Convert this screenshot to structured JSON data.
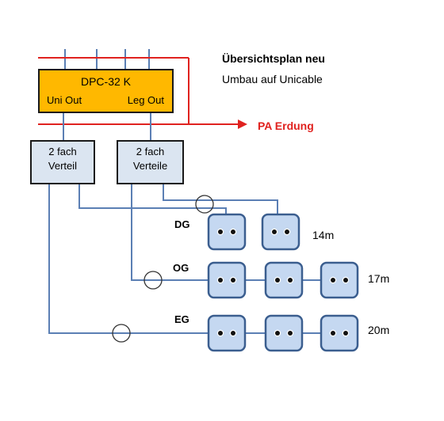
{
  "title": "Übersichtsplan neu",
  "subtitle": "Umbau auf Unicable",
  "multiswitch": {
    "model": "DPC-32 K",
    "out_left": "Uni Out",
    "out_right": "Leg Out"
  },
  "splitters": [
    {
      "line1": "2 fach",
      "line2": "Verteil"
    },
    {
      "line1": "2 fach",
      "line2": "Verteile"
    }
  ],
  "grounding_label": "PA Erdung",
  "floors": [
    {
      "label": "DG",
      "distance": "14m",
      "sockets": 2
    },
    {
      "label": "OG",
      "distance": "17m",
      "sockets": 3
    },
    {
      "label": "EG",
      "distance": "20m",
      "sockets": 3
    }
  ],
  "colors": {
    "cable": "#5b7fb4",
    "grounding": "#e0221f",
    "multiswitch": "#ffb800",
    "socket_fill": "#c5d8f1",
    "socket_border": "#3b5e8f"
  }
}
